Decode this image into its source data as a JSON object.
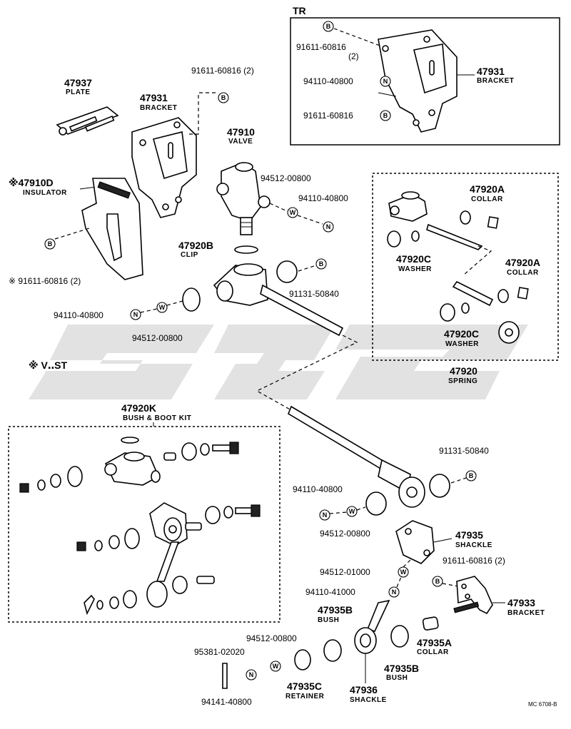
{
  "sections": {
    "tr_header": "TR",
    "v_st_header": "※ V‥ST",
    "footer_code": "MC 6708-B"
  },
  "markers": {
    "bolt": "B",
    "nut": "N",
    "washer": "W"
  },
  "parts": {
    "p47937": {
      "number": "47937",
      "name": "PLATE"
    },
    "p47931_main": {
      "number": "47931",
      "name": "BRACKET"
    },
    "p47931_tr": {
      "number": "47931",
      "name": "BRACKET"
    },
    "p47910d": {
      "number": "※47910D",
      "name": "INSULATOR"
    },
    "p47910": {
      "number": "47910",
      "name": "VALVE"
    },
    "p47920b": {
      "number": "47920B",
      "name": "CLIP"
    },
    "p47920a_1": {
      "number": "47920A",
      "name": "COLLAR"
    },
    "p47920a_2": {
      "number": "47920A",
      "name": "COLLAR"
    },
    "p47920c_1": {
      "number": "47920C",
      "name": "WASHER"
    },
    "p47920c_2": {
      "number": "47920C",
      "name": "WASHER"
    },
    "p47920": {
      "number": "47920",
      "name": "SPRING"
    },
    "p47920k": {
      "number": "47920K",
      "name": "BUSH & BOOT KIT"
    },
    "p47935": {
      "number": "47935",
      "name": "SHACKLE"
    },
    "p47933": {
      "number": "47933",
      "name": "BRACKET"
    },
    "p47935b_1": {
      "number": "47935B",
      "name": "BUSH"
    },
    "p47935b_2": {
      "number": "47935B",
      "name": "BUSH"
    },
    "p47935a": {
      "number": "47935A",
      "name": "COLLAR"
    },
    "p47935c": {
      "number": "47935C",
      "name": "RETAINER"
    },
    "p47936": {
      "number": "47936",
      "name": "SHACKLE"
    }
  },
  "std_parts": {
    "tr_bolt_1": "91611-60816",
    "tr_bolt_1_qty": "(2)",
    "tr_nut": "94110-40800",
    "tr_bolt_2": "91611-60816",
    "bracket_bolt": "91611-60816 (2)",
    "insulator_bolt": "※ 91611-60816 (2)",
    "valve_washer": "94512-00800",
    "valve_nut": "94110-40800",
    "upper_gasket": "91131-50840",
    "upper_left_nut": "94110-40800",
    "upper_left_washer": "94512-00800",
    "lower_gasket": "91131-50840",
    "lower_nut": "94110-40800",
    "lower_washer": "94512-00800",
    "shackle_washer": "94512-01000",
    "shackle_nut": "94110-41000",
    "bracket2_bolt": "91611-60816 (2)",
    "retainer_washer": "94512-00800",
    "cotter_pin": "95381-02020",
    "retainer_nut": "94141-40800"
  }
}
